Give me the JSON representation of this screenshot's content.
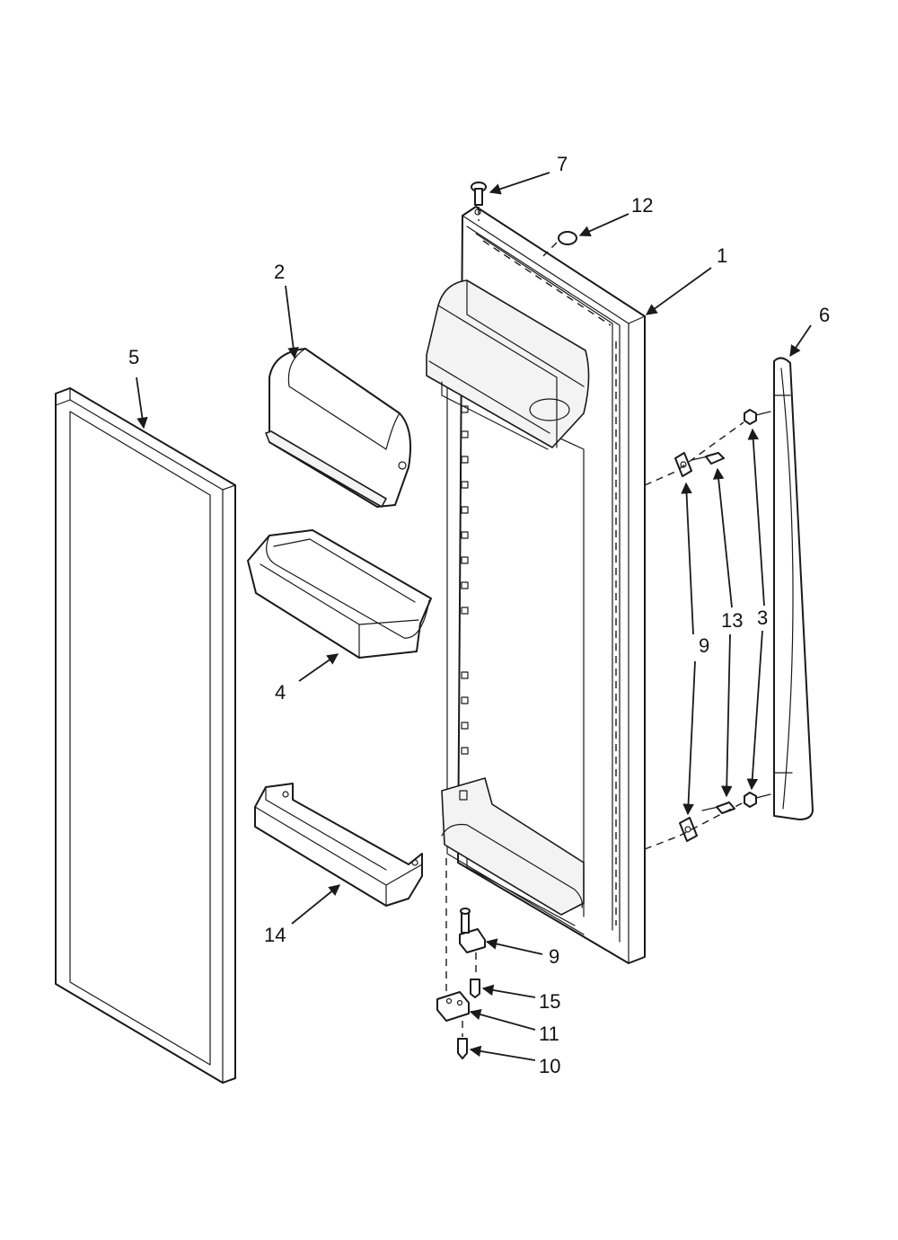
{
  "callouts": {
    "c1": "1",
    "c2": "2",
    "c3": "3",
    "c4": "4",
    "c5": "5",
    "c6": "6",
    "c7": "7",
    "c9_side": "9",
    "c9_hinge": "9",
    "c10": "10",
    "c11": "11",
    "c12": "12",
    "c13": "13",
    "c14": "14",
    "c15": "15"
  }
}
